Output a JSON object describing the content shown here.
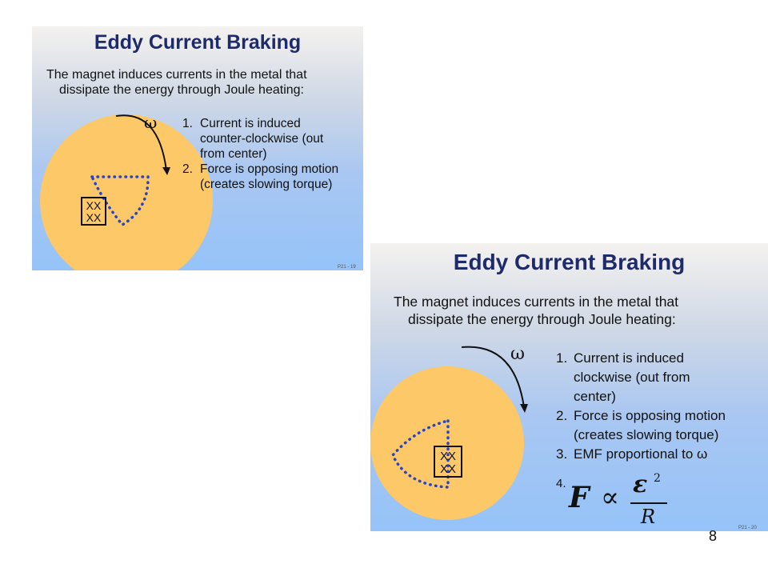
{
  "slide1": {
    "title": "Eddy Current Braking",
    "intro": [
      "The magnet induces currents in the metal that",
      "dissipate the energy through Joule heating:"
    ],
    "omega": "ω",
    "items": [
      {
        "num": "1.",
        "lines": [
          "Current is induced",
          "counter-clockwise (out",
          "from center)"
        ]
      },
      {
        "num": "2.",
        "lines": [
          "Force is opposing motion",
          "(creates slowing torque)"
        ]
      }
    ],
    "magnet": [
      "XX",
      "XX"
    ],
    "footer": "P21 - 19"
  },
  "slide2": {
    "title": "Eddy Current Braking",
    "intro": [
      "The magnet induces currents in the metal that",
      "dissipate the energy through Joule heating:"
    ],
    "omega": "ω",
    "items": [
      {
        "num": "1.",
        "lines": [
          "Current is induced",
          "clockwise (out from",
          "center)"
        ]
      },
      {
        "num": "2.",
        "lines": [
          "Force is opposing motion",
          "(creates slowing torque)"
        ]
      },
      {
        "num": "3.",
        "lines": [
          "EMF proportional to ω"
        ]
      }
    ],
    "item4_num": "4.",
    "equation": {
      "lhs": "F",
      "relation": "∝",
      "numerator": "ε",
      "exponent": "2",
      "denominator": "R"
    },
    "magnet": [
      "XX",
      "XX"
    ],
    "footer": "P21 - 20"
  },
  "page_number": "8"
}
